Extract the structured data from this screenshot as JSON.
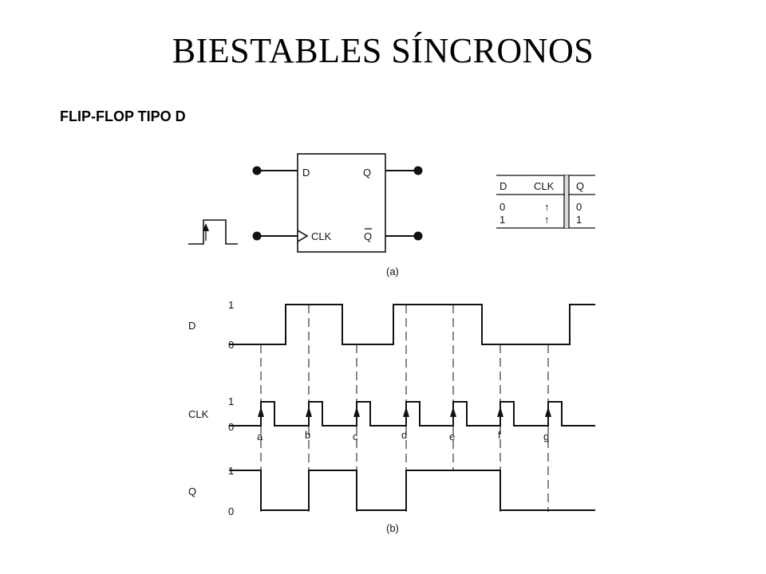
{
  "slide": {
    "title": "BIESTABLES SÍNCRONOS",
    "subtitle": "FLIP-FLOP TIPO D"
  },
  "flipflop": {
    "input_d": "D",
    "input_clk": "CLK",
    "output_q": "Q",
    "output_qbar": "Q",
    "caption": "(a)"
  },
  "truth_table": {
    "headers": [
      "D",
      "CLK",
      "Q"
    ],
    "rows": [
      [
        "0",
        "↑",
        "0"
      ],
      [
        "1",
        "↑",
        "1"
      ]
    ]
  },
  "timing": {
    "caption": "(b)",
    "signals": [
      {
        "label": "D",
        "high": "1",
        "low": "0"
      },
      {
        "label": "CLK",
        "high": "1",
        "low": "0"
      },
      {
        "label": "Q",
        "high": "1",
        "low": "0"
      }
    ],
    "edge_labels": [
      "a",
      "b",
      "c",
      "d",
      "e",
      "f",
      "g"
    ]
  }
}
